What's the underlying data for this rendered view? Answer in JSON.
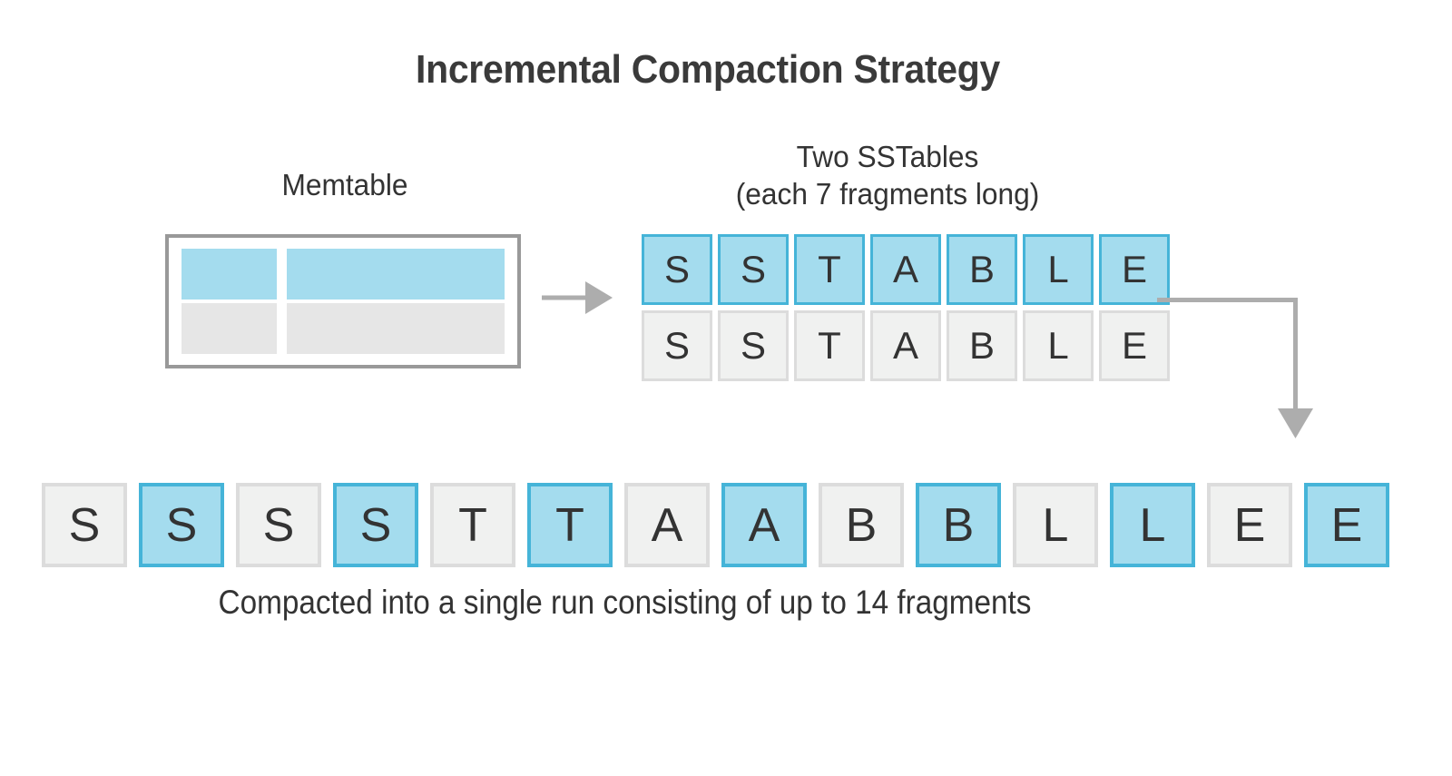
{
  "title": "Incremental Compaction Strategy",
  "colors": {
    "blue_fill": "#a4dcee",
    "blue_border": "#45b4d8",
    "gray_fill": "#f0f1f0",
    "gray_border": "#dcdcdc",
    "memtable_gray_fill": "#e6e6e6",
    "box_border": "#999999",
    "arrow": "#adadad",
    "text": "#333333"
  },
  "memtable": {
    "label": "Memtable",
    "rows": [
      {
        "cells": [
          {
            "state": "blue"
          },
          {
            "state": "blue"
          }
        ]
      },
      {
        "cells": [
          {
            "state": "gray"
          },
          {
            "state": "gray"
          }
        ]
      }
    ]
  },
  "flow_arrow": {
    "icon": "arrow-right-icon",
    "direction": "right"
  },
  "sstables": {
    "label_line1": "Two SSTables",
    "label_line2": "(each 7 fragments long)",
    "rows": [
      {
        "name": "sstable-new",
        "state": "blue",
        "fragments": [
          "S",
          "S",
          "T",
          "A",
          "B",
          "L",
          "E"
        ]
      },
      {
        "name": "sstable-old",
        "state": "gray",
        "fragments": [
          "S",
          "S",
          "T",
          "A",
          "B",
          "L",
          "E"
        ]
      }
    ]
  },
  "elbow_connector": {
    "icon": "arrow-down-elbow-icon",
    "direction": "down"
  },
  "compacted": {
    "caption": "Compacted into a single run consisting of up to 14 fragments",
    "fragments": [
      {
        "letter": "S",
        "state": "gray"
      },
      {
        "letter": "S",
        "state": "blue"
      },
      {
        "letter": "S",
        "state": "gray"
      },
      {
        "letter": "S",
        "state": "blue"
      },
      {
        "letter": "T",
        "state": "gray"
      },
      {
        "letter": "T",
        "state": "blue"
      },
      {
        "letter": "A",
        "state": "gray"
      },
      {
        "letter": "A",
        "state": "blue"
      },
      {
        "letter": "B",
        "state": "gray"
      },
      {
        "letter": "B",
        "state": "blue"
      },
      {
        "letter": "L",
        "state": "gray"
      },
      {
        "letter": "L",
        "state": "blue"
      },
      {
        "letter": "E",
        "state": "gray"
      },
      {
        "letter": "E",
        "state": "blue"
      }
    ]
  }
}
